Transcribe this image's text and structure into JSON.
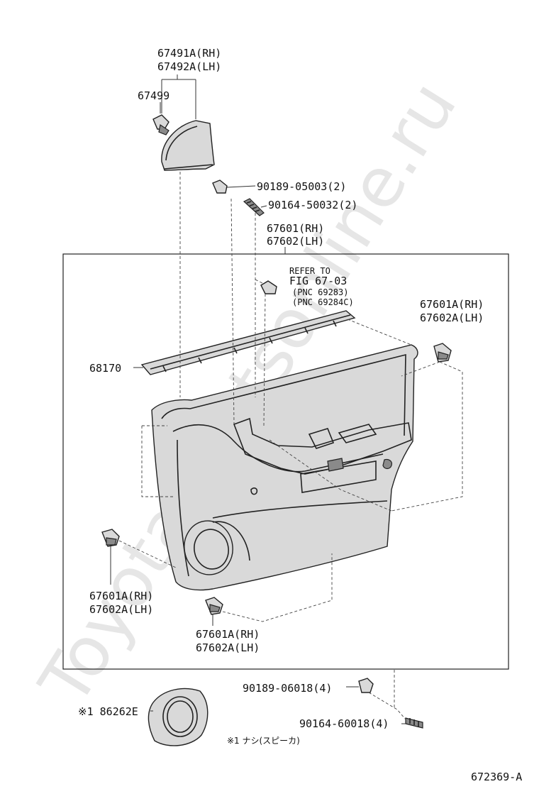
{
  "watermark": "Toyota-Partsonline.ru",
  "labels": {
    "p67491": "67491A(RH)",
    "p67492": "67492A(LH)",
    "p67499": "67499",
    "p90189_05003": "90189-05003(2)",
    "p90164_50032": "90164-50032(2)",
    "p67601": "67601(RH)",
    "p67602": "67602(LH)",
    "refer1": "REFER TO",
    "refer2": "FIG 67-03",
    "refer3": "(PNC 69283)",
    "refer4": "(PNC 69284C)",
    "p67601A_r_rh": "67601A(RH)",
    "p67602A_r_lh": "67602A(LH)",
    "p68170": "68170",
    "p67601A_l_rh": "67601A(RH)",
    "p67602A_l_lh": "67602A(LH)",
    "p67601A_b_rh": "67601A(RH)",
    "p67602A_b_lh": "67602A(LH)",
    "p90189_06018": "90189-06018(4)",
    "p86262E": "※1 86262E",
    "p90164_60018": "90164-60018(4)",
    "note": "※1 ナシ(スピーカ)",
    "fig_number": "672369-A"
  }
}
